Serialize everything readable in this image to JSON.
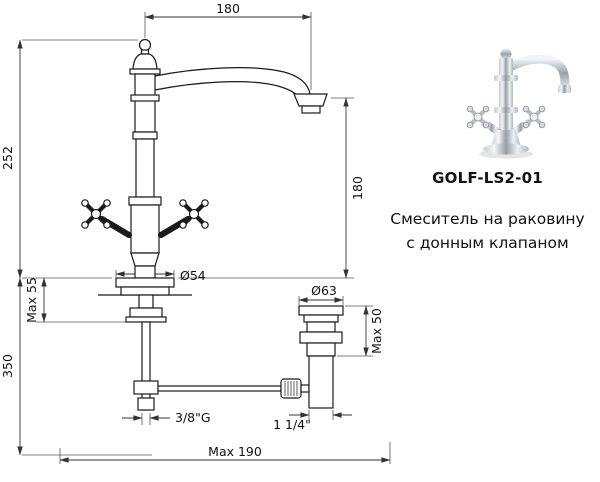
{
  "product": {
    "model": "GOLF-LS2-01",
    "description_line1": "Смеситель на раковину",
    "description_line2": "с донным клапаном"
  },
  "dimensions": {
    "spout_reach": "180",
    "body_height": "252",
    "spout_height": "180",
    "max_deck_thickness": "Max 55",
    "total_height": "350",
    "base_diameter": "Ø54",
    "drain_flange_diameter": "Ø63",
    "drain_max_height": "Max 50",
    "supply_thread": "3/8\"G",
    "drain_thread": "1 1/4\"",
    "max_bottom_reach": "Max 190"
  }
}
